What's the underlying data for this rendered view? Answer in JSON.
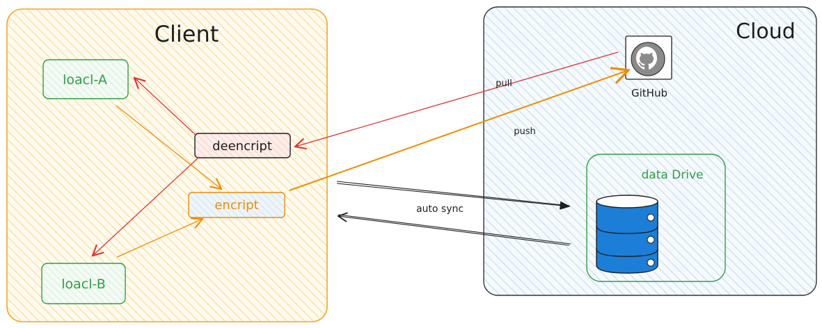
{
  "client": {
    "title": "Client",
    "local_a": "loacl-A",
    "local_b": "loacl-B",
    "decrypt": "deencript",
    "encrypt": "encript"
  },
  "cloud": {
    "title": "Cloud",
    "github_label": "GitHub",
    "drive_label": "data Drive"
  },
  "edges": {
    "pull": "pull",
    "push": "push",
    "auto_sync": "auto sync"
  },
  "colors": {
    "client_border": "#f5a623",
    "client_fill": "#fdf3d5",
    "cloud_border": "#333333",
    "cloud_fill": "#e4f0f8",
    "green": "#2f9e44",
    "green_fill": "#e6f4e8",
    "red": "#e03131",
    "orange": "#f08c00",
    "decrypt_fill": "#fbe3dc",
    "encrypt_fill": "#e1eef6",
    "db_blue": "#1c7ed6"
  },
  "icons": {
    "github": "github-icon",
    "database": "database-icon"
  }
}
